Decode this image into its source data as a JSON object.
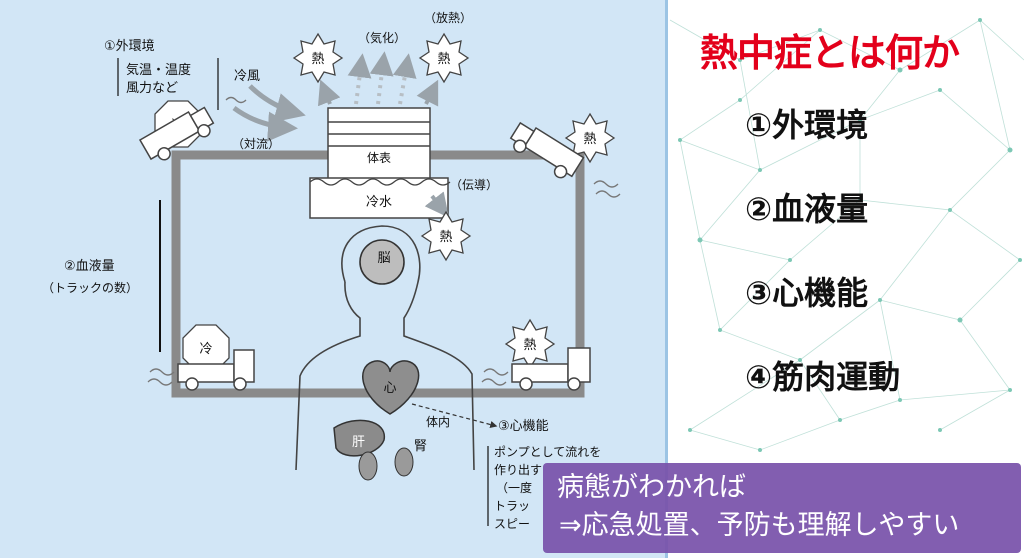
{
  "slide": {
    "title": "熱中症とは何か",
    "topics": [
      "①外環境",
      "②血液量",
      "③心機能",
      "④筋肉運動"
    ],
    "summary": {
      "line1": "病態がわかれば",
      "line2": "⇒応急処置、予防も理解しやすい"
    }
  },
  "diagram": {
    "outer_env": {
      "heading": "①外環境",
      "factors_line1": "気温・温度",
      "factors_line2": "風力など"
    },
    "cold_wind": "冷風",
    "convection": "（対流）",
    "vaporization": "（気化）",
    "heat_release": "（放熱）",
    "conduction": "（伝導）",
    "body_surface": "体表",
    "cold_water": "冷水",
    "blood_volume": {
      "heading": "②血液量",
      "note": "（トラックの数）"
    },
    "brain": "脳",
    "heart": "心",
    "body_inside": "体内",
    "liver": "肝",
    "kidney": "腎",
    "heart_function": {
      "heading": "③心機能",
      "line1": "ポンプとして流れを",
      "line2": "作り出す",
      "line3": "（一度",
      "line4": "トラッ",
      "line5": "スピー"
    },
    "heat_badge": "熱",
    "cold_badge": "冷"
  }
}
